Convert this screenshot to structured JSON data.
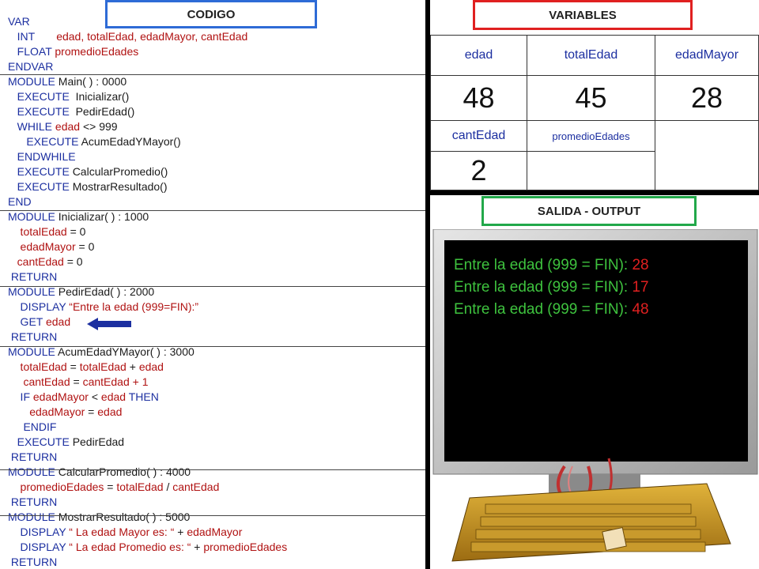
{
  "code": {
    "title": "CODIGO",
    "lines": [
      [
        [
          "kw",
          "VAR"
        ]
      ],
      [
        [
          "kw",
          "   INT       "
        ],
        [
          "var",
          "edad, totalEdad, edadMayor, cantEdad"
        ]
      ],
      [
        [
          "kw",
          "   FLOAT "
        ],
        [
          "var",
          "promedioEdades"
        ]
      ],
      [
        [
          "kw",
          "ENDVAR"
        ]
      ],
      [
        [
          "kw",
          "MODULE "
        ],
        [
          "t",
          "Main( ) : 0000"
        ]
      ],
      [
        [
          "kw",
          "   EXECUTE  "
        ],
        [
          "t",
          "Inicializar()"
        ]
      ],
      [
        [
          "kw",
          "   EXECUTE  "
        ],
        [
          "t",
          "PedirEdad()"
        ]
      ],
      [
        [
          "kw",
          "   WHILE "
        ],
        [
          "var",
          "edad "
        ],
        [
          "t",
          "<> 999"
        ]
      ],
      [
        [
          "kw",
          "      EXECUTE "
        ],
        [
          "t",
          "AcumEdadYMayor()"
        ]
      ],
      [
        [
          "kw",
          "   ENDWHILE"
        ]
      ],
      [
        [
          "kw",
          "   EXECUTE "
        ],
        [
          "t",
          "CalcularPromedio()"
        ]
      ],
      [
        [
          "kw",
          "   EXECUTE "
        ],
        [
          "t",
          "MostrarResultado()"
        ]
      ],
      [
        [
          "kw",
          "END"
        ]
      ],
      [
        [
          "kw",
          "MODULE "
        ],
        [
          "t",
          "Inicializar( ) : 1000"
        ]
      ],
      [
        [
          "var",
          "    totalEdad "
        ],
        [
          "t",
          "= 0"
        ]
      ],
      [
        [
          "var",
          "    edadMayor "
        ],
        [
          "t",
          "= 0"
        ]
      ],
      [
        [
          "var",
          "   cantEdad "
        ],
        [
          "t",
          "= 0"
        ]
      ],
      [
        [
          "kw",
          " RETURN"
        ]
      ],
      [
        [
          "kw",
          "MODULE "
        ],
        [
          "t",
          "PedirEdad( ) : 2000"
        ]
      ],
      [
        [
          "kw",
          "    DISPLAY "
        ],
        [
          "var",
          "“Entre la edad (999=FIN):”"
        ]
      ],
      [
        [
          "kw",
          "    GET "
        ],
        [
          "var",
          "edad"
        ]
      ],
      [
        [
          "kw",
          " RETURN"
        ]
      ],
      [
        [
          "kw",
          "MODULE "
        ],
        [
          "t",
          "AcumEdadYMayor( ) : 3000"
        ]
      ],
      [
        [
          "var",
          "    totalEdad "
        ],
        [
          "t",
          "= "
        ],
        [
          "var",
          "totalEdad "
        ],
        [
          "t",
          "+ "
        ],
        [
          "var",
          "edad"
        ]
      ],
      [
        [
          "var",
          "     cantEdad "
        ],
        [
          "t",
          "= "
        ],
        [
          "var",
          "cantEdad + 1"
        ]
      ],
      [
        [
          "kw",
          "    IF "
        ],
        [
          "var",
          "edadMayor "
        ],
        [
          "t",
          "< "
        ],
        [
          "var",
          "edad "
        ],
        [
          "kw",
          "THEN"
        ]
      ],
      [
        [
          "var",
          "       edadMayor "
        ],
        [
          "t",
          "= "
        ],
        [
          "var",
          "edad"
        ]
      ],
      [
        [
          "kw",
          "     ENDIF"
        ]
      ],
      [
        [
          "kw",
          "   EXECUTE "
        ],
        [
          "t",
          "PedirEdad"
        ]
      ],
      [
        [
          "kw",
          " RETURN"
        ]
      ],
      [
        [
          "kw",
          "MODULE "
        ],
        [
          "t",
          "CalcularPromedio( ) : 4000"
        ]
      ],
      [
        [
          "var",
          "    promedioEdades "
        ],
        [
          "t",
          "= "
        ],
        [
          "var",
          "totalEdad "
        ],
        [
          "t",
          "/ "
        ],
        [
          "var",
          "cantEdad"
        ]
      ],
      [
        [
          "kw",
          " RETURN"
        ]
      ],
      [
        [
          "kw",
          "MODULE "
        ],
        [
          "t",
          "MostrarResultado( ) : 5000"
        ]
      ],
      [
        [
          "kw",
          "    DISPLAY "
        ],
        [
          "var",
          "“ La edad Mayor es: “ "
        ],
        [
          "t",
          "+ "
        ],
        [
          "var",
          "edadMayor"
        ]
      ],
      [
        [
          "kw",
          "    DISPLAY "
        ],
        [
          "var",
          "“ La edad Promedio es: “ "
        ],
        [
          "t",
          "+ "
        ],
        [
          "var",
          "promedioEdades"
        ]
      ],
      [
        [
          "kw",
          " RETURN"
        ]
      ]
    ]
  },
  "variables": {
    "title": "VARIABLES",
    "headers": [
      "edad",
      "totalEdad",
      "edadMayor"
    ],
    "values": [
      "48",
      "45",
      "28"
    ],
    "row2_headers": [
      "cantEdad",
      "promedioEdades"
    ],
    "row2_values": [
      "2",
      ""
    ]
  },
  "output": {
    "title": "SALIDA - OUTPUT",
    "prompt": "Entre la edad (999 = FIN): ",
    "entries": [
      "28",
      "17",
      "48"
    ]
  },
  "colors": {
    "keyword": "#1c2fa0",
    "variable": "#b01212",
    "screen_text": "#3ec23e",
    "screen_value": "#e02020"
  }
}
